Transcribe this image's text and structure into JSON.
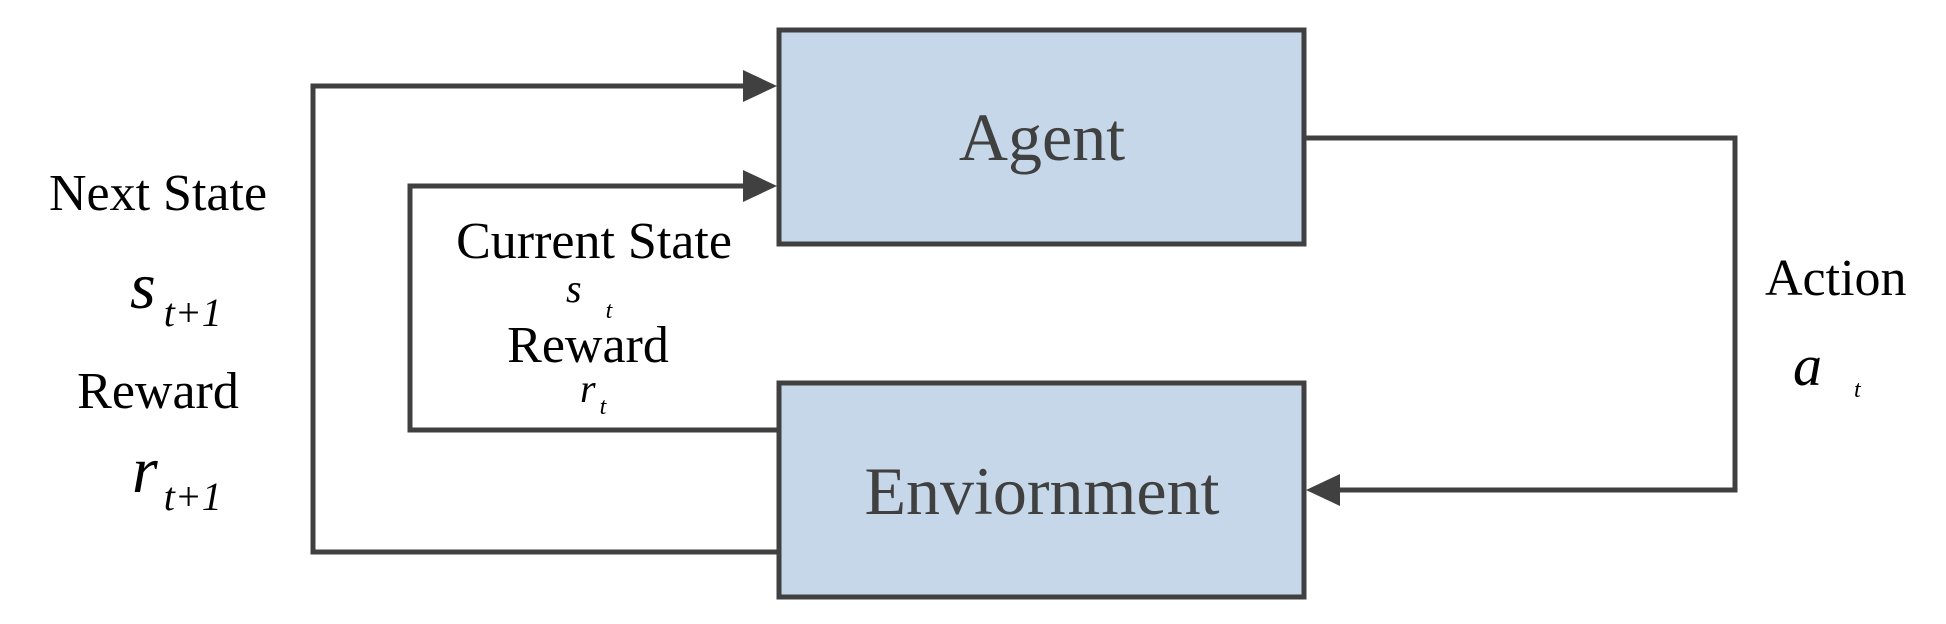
{
  "nodes": {
    "agent": {
      "label": "Agent"
    },
    "environment": {
      "label": "Enviornment"
    }
  },
  "edges": {
    "action": {
      "label": "Action",
      "symbol": "a",
      "subscript": "t"
    },
    "current": {
      "state_label": "Current State",
      "state_symbol": "s",
      "state_subscript": "t",
      "reward_label": "Reward",
      "reward_symbol": "r",
      "reward_subscript": "t"
    },
    "next": {
      "state_label": "Next State",
      "state_symbol": "s",
      "state_subscript": "t+1",
      "reward_label": "Reward",
      "reward_symbol": "r",
      "reward_subscript": "t+1"
    }
  },
  "colors": {
    "box_fill": "#c5d7e8",
    "line": "#404040"
  }
}
